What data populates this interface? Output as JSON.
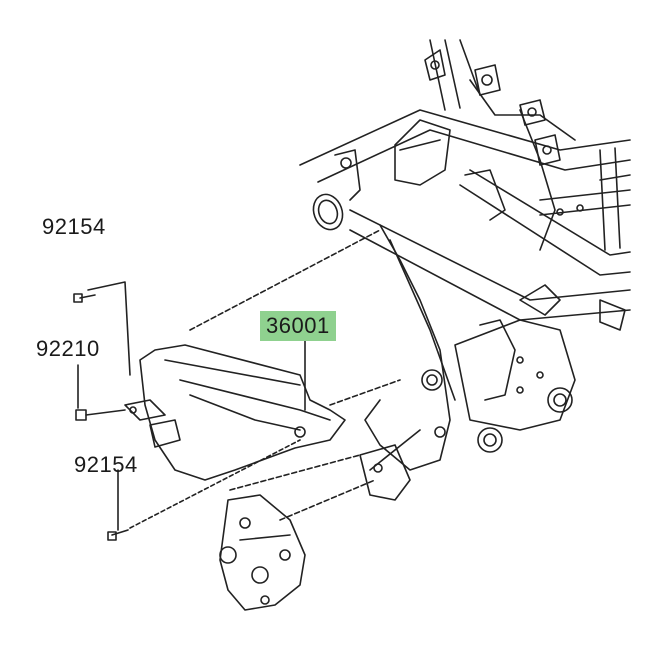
{
  "diagram": {
    "parts": [
      {
        "id": "p1",
        "number": "92154"
      },
      {
        "id": "p2",
        "number": "92210"
      },
      {
        "id": "p3",
        "number": "92154"
      },
      {
        "id": "p4",
        "number": "36001",
        "highlight_color": "#8fd18f"
      }
    ]
  },
  "colors": {
    "line": "#222222",
    "background": "#ffffff",
    "highlight": "#8fd18f"
  }
}
